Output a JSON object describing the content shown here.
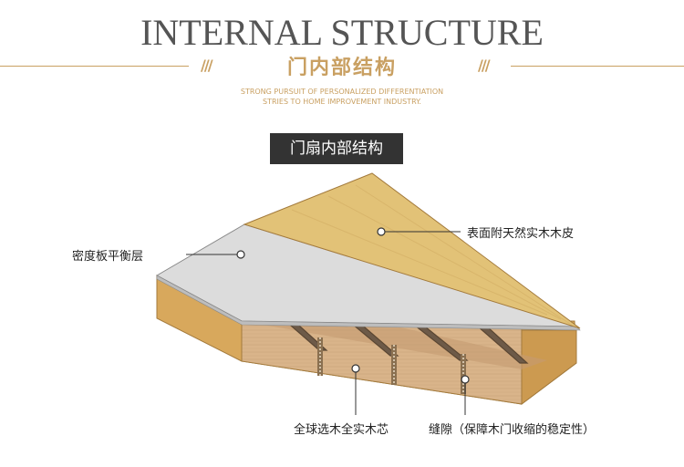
{
  "header": {
    "title": "INTERNAL STRUCTURE",
    "subtitle": "门内部结构",
    "tagline_line1": "STRONG PURSUIT OF PERSONALIZED DIFFERENTIATION",
    "tagline_line2": "STRIES TO HOME IMPROVEMENT INDUSTRY."
  },
  "section_tag": "门扇内部结构",
  "labels": {
    "veneer": "表面附天然实木木皮",
    "mdf": "密度板平衡层",
    "core": "全球选木全实木芯",
    "gap": "缝隙（保障木门收缩的稳定性）"
  },
  "colors": {
    "accent": "#c9a062",
    "veneer": "#e2c277",
    "mdf": "#dcdcdc",
    "wood_side": "#d8a85c",
    "core_front": "#d9b48a"
  }
}
